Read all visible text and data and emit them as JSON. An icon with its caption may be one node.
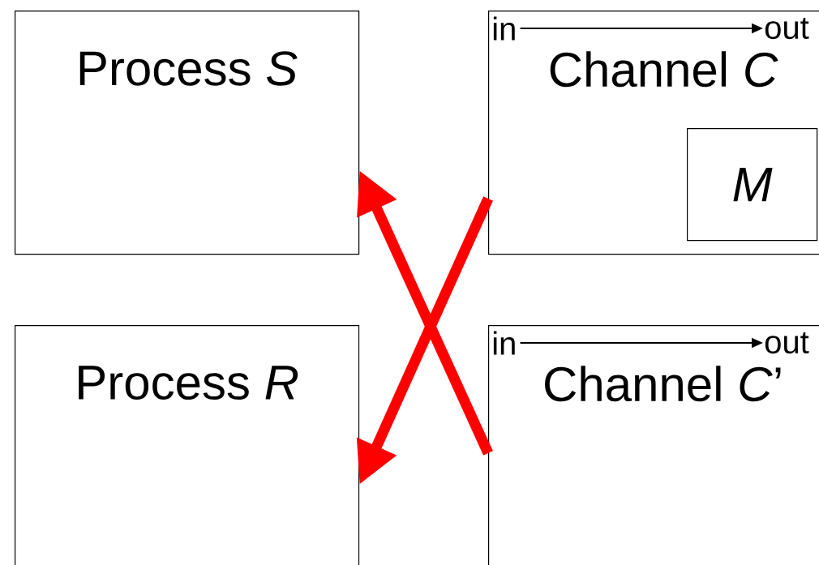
{
  "diagram": {
    "nodes": [
      {
        "text": [
          "Process *S*"
        ]
      },
      {
        "text": [
          "Channel *C*"
        ]
      },
      {
        "text": [
          "in"
        ],
        "in": 1
      },
      {
        "text": [
          "out"
        ],
        "in": 1
      },
      {
        "text": [
          "M"
        ],
        "in": 1
      },
      {
        "text": [
          "Process *R*"
        ]
      },
      {
        "text": [
          "Channel *C*’"
        ]
      },
      {
        "text": [
          "in"
        ],
        "in": 6
      },
      {
        "text": [
          "out"
        ],
        "in": 6
      }
    ],
    "edges": [
      {
        "from": 2,
        "to": 3,
        "arrow": "to",
        "color": "#000000"
      },
      {
        "from": 7,
        "to": 8,
        "arrow": "to",
        "color": "#000000"
      },
      {
        "from": 1,
        "to": 5,
        "arrow": "to",
        "style": "thick",
        "color": "#ff0000"
      },
      {
        "from": 6,
        "to": 0,
        "arrow": "to",
        "style": "thick",
        "color": "#ff0000"
      }
    ]
  }
}
